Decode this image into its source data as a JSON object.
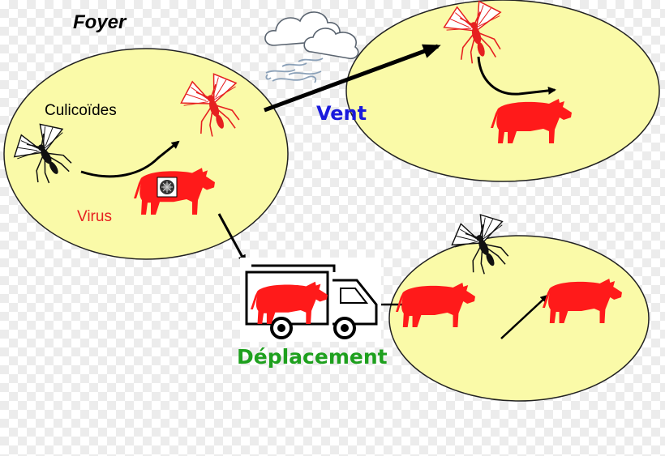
{
  "labels": {
    "foyer": "Foyer",
    "culicoides": "Culicoïdes",
    "virus": "Virus",
    "vent": "Vent",
    "deplacement": "Déplacement"
  },
  "colors": {
    "zone_fill": "#fafaa8",
    "zone_stroke": "#222222",
    "cow_red": "#ff1a1a",
    "vent_blue": "#1a1adc",
    "deplacement_green": "#1ea01e",
    "virus_red": "#e62020"
  },
  "icons": [
    "cloud-wind-icon",
    "truck-icon",
    "cow-icon",
    "midge-icon",
    "virus-particle-icon"
  ]
}
